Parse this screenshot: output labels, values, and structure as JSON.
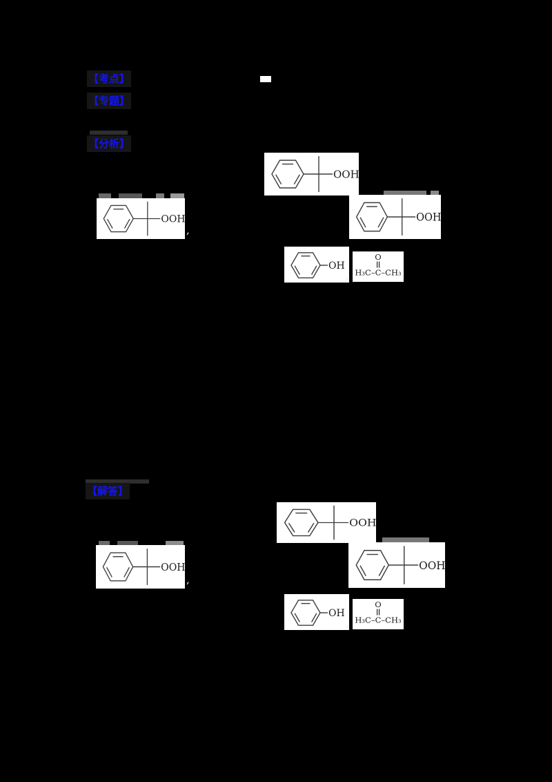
{
  "page": {
    "background_color": "#000000",
    "accent_blue": "#1414f5",
    "structure_bg": "#ffffff",
    "structure_line_color": "#3c3c3c"
  },
  "labels": {
    "kaodian": "【考点】",
    "zhuanti": "【专题】",
    "fenxi": "【分析】",
    "jieda": "【解答】"
  },
  "chem": {
    "ooh_group": "OOH",
    "oh_group": "OH",
    "acetone_oxygen": "O",
    "acetone_formula": "H₃C–C–CH₃"
  },
  "fragments": {
    "comma": ","
  }
}
